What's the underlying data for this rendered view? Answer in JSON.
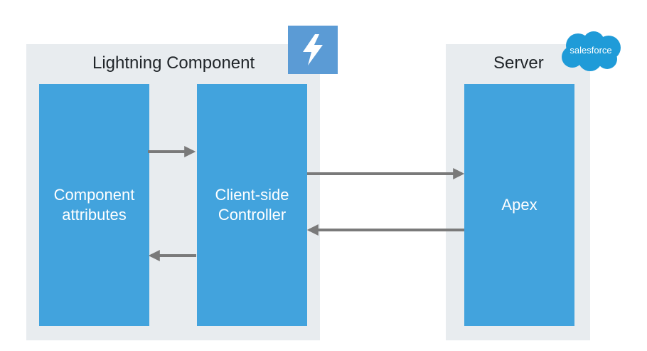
{
  "panels": {
    "left_title": "Lightning Component",
    "right_title": "Server"
  },
  "boxes": {
    "attributes_label": "Component\nattributes",
    "controller_label": "Client-side\nController",
    "apex_label": "Apex"
  },
  "branding": {
    "cloud_text": "salesforce",
    "cloud_icon": "salesforce-cloud-icon",
    "lightning_icon": "lightning-bolt-icon"
  },
  "colors": {
    "panel_bg": "#e8ecef",
    "box_fill": "#42a3dd",
    "arrow": "#7a7a7a",
    "lightning_badge": "#5b9bd5",
    "cloud": "#1f9bd8"
  }
}
